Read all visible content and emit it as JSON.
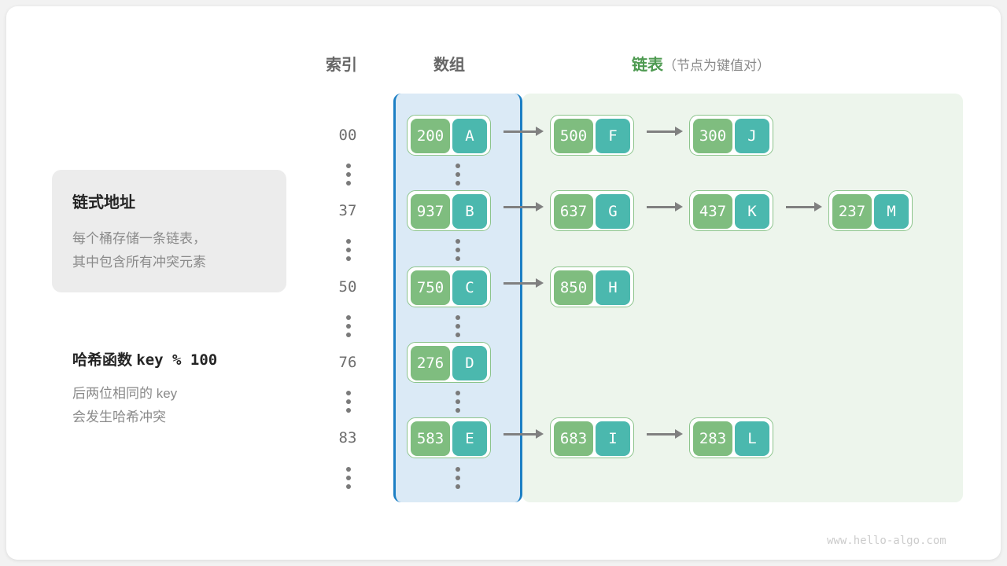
{
  "headers": {
    "index": "索引",
    "array": "数组",
    "list_main": "链表",
    "list_sub": "（节点为键值对）"
  },
  "info_card": {
    "title": "链式地址",
    "body": "每个桶存储一条链表，\n其中包含所有冲突元素"
  },
  "hash_note": {
    "title_prefix": "哈希函数",
    "title_mono": "key % 100",
    "body": "后两位相同的 key\n会发生哈希冲突"
  },
  "colors": {
    "array_bg": "#dbeaf6",
    "array_border": "#1c7fc4",
    "list_bg": "#edf5ec",
    "key_fill": "#7fbd7f",
    "value_fill": "#4bb8ae",
    "node_border": "#8cc48c",
    "arrow": "#808080",
    "header_green": "#4e9a51",
    "header_gray": "#666666",
    "muted_text": "#8a8a8a",
    "card_bg": "#ececec"
  },
  "buckets": [
    {
      "index": "00",
      "bucket": {
        "key": "200",
        "value": "A"
      },
      "chain": [
        {
          "key": "500",
          "value": "F"
        },
        {
          "key": "300",
          "value": "J"
        }
      ]
    },
    {
      "index": "37",
      "bucket": {
        "key": "937",
        "value": "B"
      },
      "chain": [
        {
          "key": "637",
          "value": "G"
        },
        {
          "key": "437",
          "value": "K"
        },
        {
          "key": "237",
          "value": "M"
        }
      ]
    },
    {
      "index": "50",
      "bucket": {
        "key": "750",
        "value": "C"
      },
      "chain": [
        {
          "key": "850",
          "value": "H"
        }
      ]
    },
    {
      "index": "76",
      "bucket": {
        "key": "276",
        "value": "D"
      },
      "chain": []
    },
    {
      "index": "83",
      "bucket": {
        "key": "583",
        "value": "E"
      },
      "chain": [
        {
          "key": "683",
          "value": "I"
        },
        {
          "key": "283",
          "value": "L"
        }
      ]
    }
  ],
  "ellipsis_glyph": "⋮",
  "watermark": "www.hello-algo.com"
}
